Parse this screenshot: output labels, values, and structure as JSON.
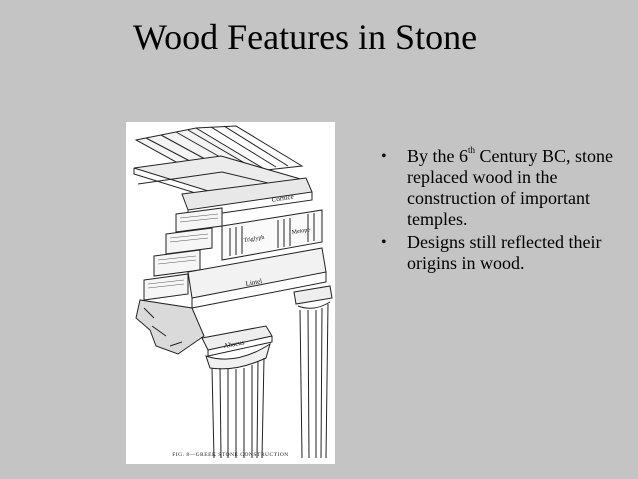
{
  "slide": {
    "title": "Wood Features in Stone"
  },
  "figure": {
    "caption": "FIG. 8—GREEK STONE CONSTRUCTION",
    "labels": {
      "cornice": "Cornice",
      "triglyph": "Triglyph",
      "metope": "Metope",
      "lintel": "Lintel",
      "abacus": "Abacus"
    }
  },
  "bullets": [
    {
      "pre": "By the 6",
      "sup": "th",
      "post": " Century BC, stone replaced wood in the construction of important temples."
    },
    {
      "text": "Designs still reflected their origins in wood."
    }
  ],
  "bullet_glyph": "•"
}
